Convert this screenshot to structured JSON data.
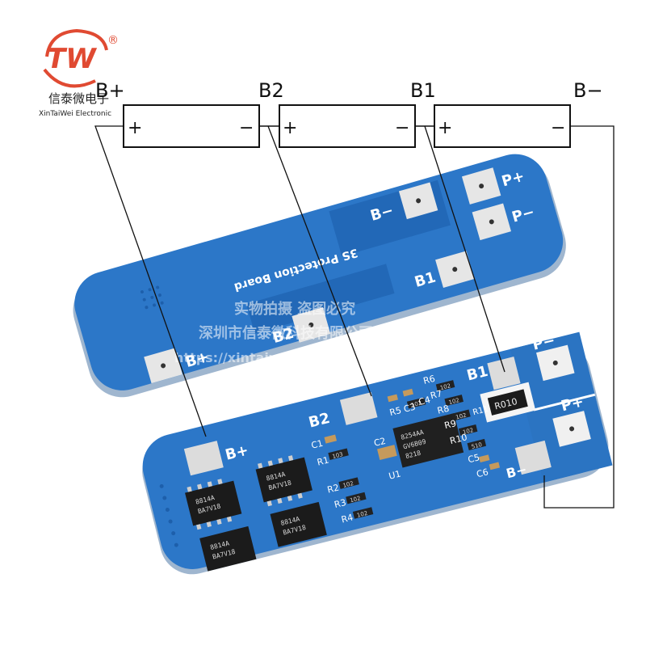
{
  "logo": {
    "mark": "TW",
    "registered": "®",
    "name_cn": "信泰微电子",
    "name_en": "XinTaiWei Electronic",
    "color": "#e04a32"
  },
  "battery": {
    "nodes": [
      "B+",
      "B2",
      "B1",
      "B−"
    ],
    "plus": "+",
    "minus": "−"
  },
  "board_back": {
    "title": "3S Protection Board",
    "pads": [
      "B−",
      "P+",
      "P−",
      "B1",
      "B2",
      "B+"
    ]
  },
  "board_front": {
    "pads": [
      "B+",
      "B2",
      "B1",
      "P−",
      "P+",
      "B−"
    ],
    "refs": [
      "C1",
      "R1",
      "R2",
      "R3",
      "R4",
      "C2",
      "U1",
      "R5",
      "C3",
      "C4",
      "R6",
      "R7",
      "R8",
      "R9",
      "R10",
      "R11",
      "C5",
      "C6"
    ],
    "resistor_codes": [
      "103",
      "102",
      "102",
      "102",
      "102",
      "102",
      "102",
      "102",
      "102",
      "510"
    ],
    "shunt_code": "R010",
    "ic_marking": [
      "8254AA",
      "GV6B09",
      "8218"
    ],
    "mosfet_marking": [
      "8814A",
      "BA7V18"
    ]
  },
  "watermark": {
    "line1": "实物拍摄 盗图必究",
    "line2": "深圳市信泰微科技有限公司",
    "line3": "https://xintaiwei.taobao.com"
  },
  "colors": {
    "pcb": "#2c77c8",
    "pcb_dark": "#1d5fab",
    "pcb_edge": "#9fb6cf",
    "copper": "#d8d8d8",
    "wire": "#111111"
  }
}
